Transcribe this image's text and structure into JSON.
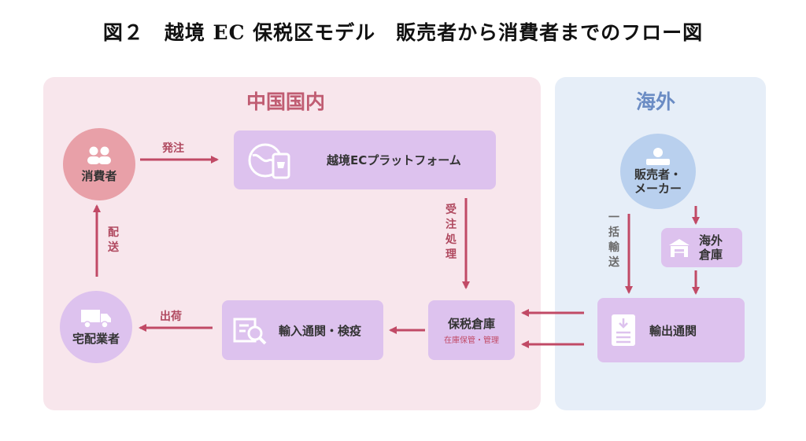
{
  "title": "図２　越境 EC 保税区モデル　販売者から消費者までのフロー図",
  "regions": {
    "china": "中国国内",
    "overseas": "海外"
  },
  "nodes": {
    "consumer": "消費者",
    "platform": "越境ECプラットフォーム",
    "import_clearance": "輸入通関・検疫",
    "bonded_warehouse": "保税倉庫",
    "bonded_sub": "在庫保管・管理",
    "delivery": "宅配業者",
    "seller_line1": "販売者・",
    "seller_line2": "メーカー",
    "overseas_wh_line1": "海外",
    "overseas_wh_line2": "倉庫",
    "export_clearance": "輸出通関"
  },
  "edges": {
    "order": "発注",
    "processing": "受注処理",
    "ship": "出荷",
    "deliver": "配送",
    "bulk": "一括輸送"
  },
  "colors": {
    "china_bg": "#f8e6ec",
    "overseas_bg": "#e6eef8",
    "arrow": "#c14a66",
    "box": "#ddc2ee",
    "consumer": "#e8a0a8",
    "seller": "#b9d0ee"
  }
}
